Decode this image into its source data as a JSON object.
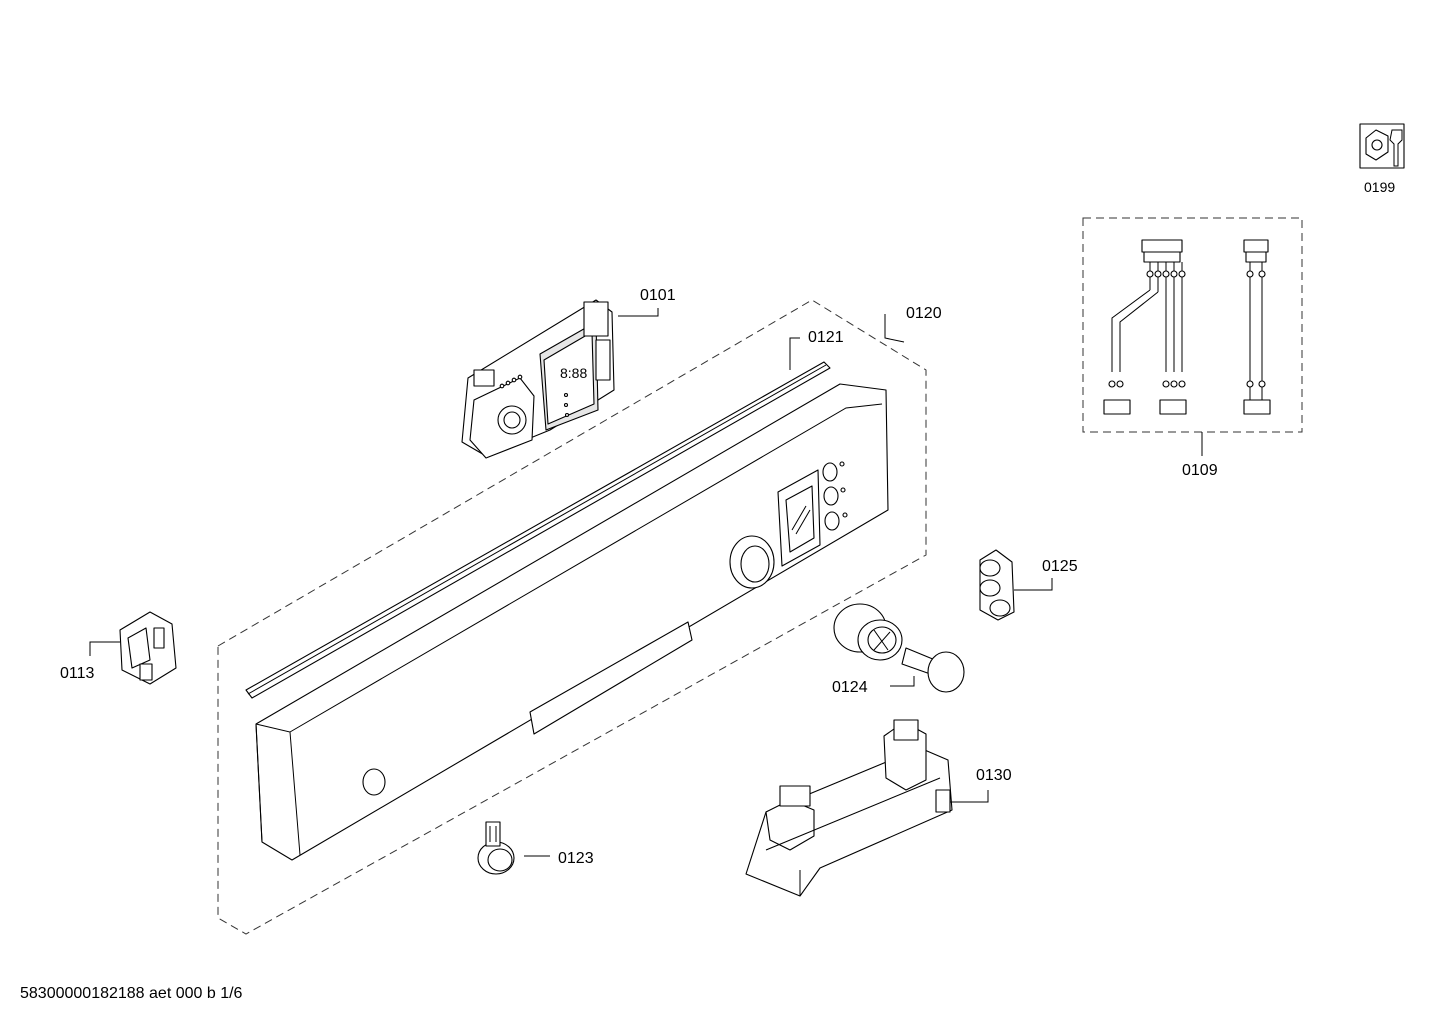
{
  "parts": [
    {
      "id": "0101"
    },
    {
      "id": "0120"
    },
    {
      "id": "0121"
    },
    {
      "id": "0109"
    },
    {
      "id": "0199"
    },
    {
      "id": "0125"
    },
    {
      "id": "0124"
    },
    {
      "id": "0113"
    },
    {
      "id": "0130"
    },
    {
      "id": "0123"
    }
  ],
  "footer": {
    "text": "58300000182188 aet 000 b 1/6"
  },
  "display_digits": "8:88"
}
